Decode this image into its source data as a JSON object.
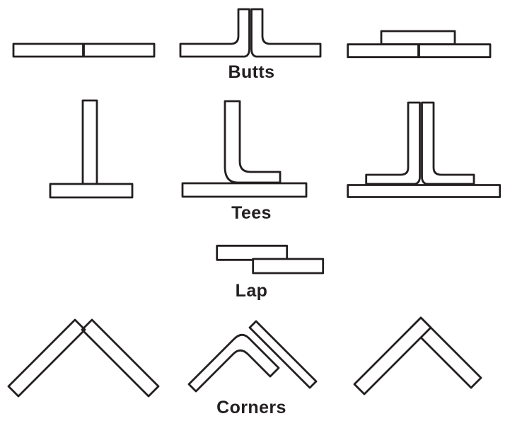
{
  "page": {
    "background_color": "#ffffff",
    "ink_color": "#231f20"
  },
  "sections": [
    {
      "label": "Butts"
    },
    {
      "label": "Tees"
    },
    {
      "label": "Lap"
    },
    {
      "label": "Corners"
    }
  ]
}
